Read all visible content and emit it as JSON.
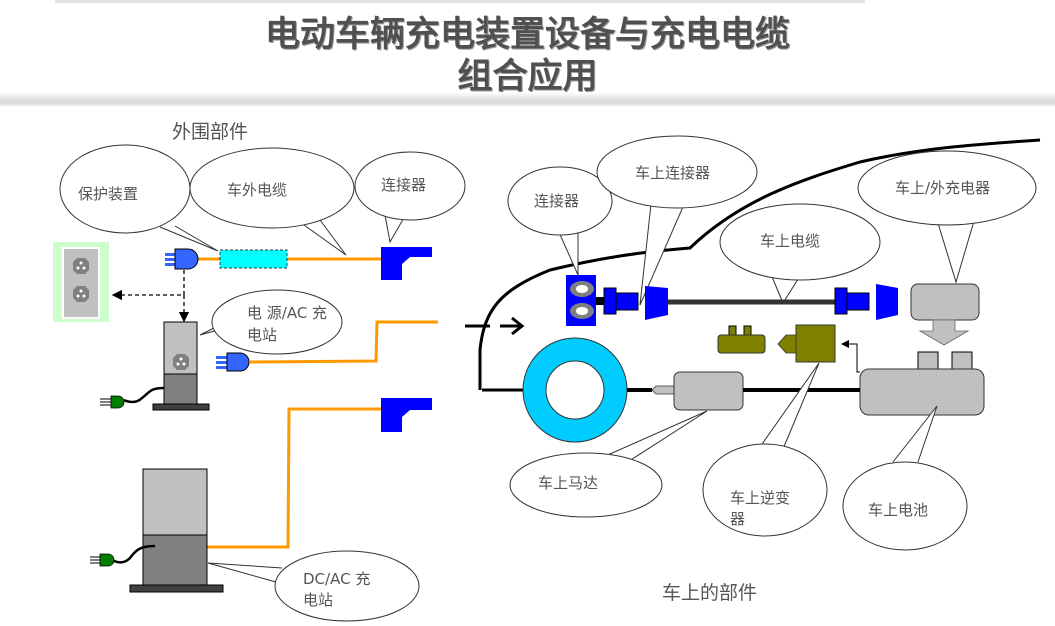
{
  "title": {
    "line1": "电动车辆充电装置设备与充电电缆",
    "line2": "组合应用"
  },
  "sections": {
    "external": "外围部件",
    "onboard": "车上的部件"
  },
  "callouts": {
    "protection": "保护装置",
    "offboard_cable": "车外电缆",
    "connector_left": "连接器",
    "ac_station_l1": "电 源/AC 充",
    "ac_station_l2": "电站",
    "dcac_station_l1": "DC/AC  充",
    "dcac_station_l2": "电站",
    "connector_right": "连接器",
    "onboard_connector": "车上连接器",
    "onboard_cable": "车上电缆",
    "onboard_charger": "车上/外充电器",
    "motor": "车上马达",
    "inverter_l1": "车上逆变",
    "inverter_l2": "器",
    "battery": "车上电池"
  },
  "colors": {
    "cable_orange": "#ff9900",
    "connector_blue": "#0000ff",
    "plug_blue": "#3366ff",
    "protection_cyan": "#00ffff",
    "wheel_cyan": "#00ccff",
    "inverter_olive": "#808000",
    "component_gray": "#c0c0c0",
    "outlet_bg": "#ccffcc",
    "text_gray": "#555555"
  }
}
